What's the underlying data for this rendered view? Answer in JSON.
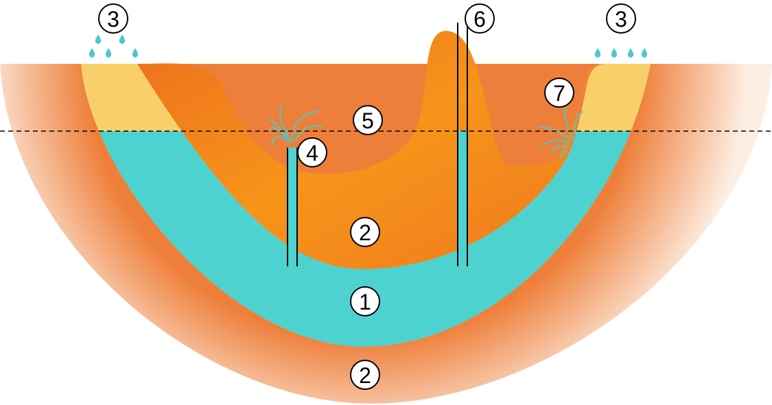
{
  "colors": {
    "aquifer": "#4dd2cf",
    "recharge": "#f9cf6a",
    "confining": "#f08a1c",
    "bedrock_inner": "#ef8a4a",
    "bedrock_outer": "#fbe6d8"
  },
  "labels": {
    "aquifer": "1",
    "confining_upper": "2",
    "confining_lower": "2",
    "recharge_left": "3",
    "recharge_right": "3",
    "artesian_well": "4",
    "potentiometric_surface": "5",
    "well_6": "6",
    "spring": "7"
  }
}
